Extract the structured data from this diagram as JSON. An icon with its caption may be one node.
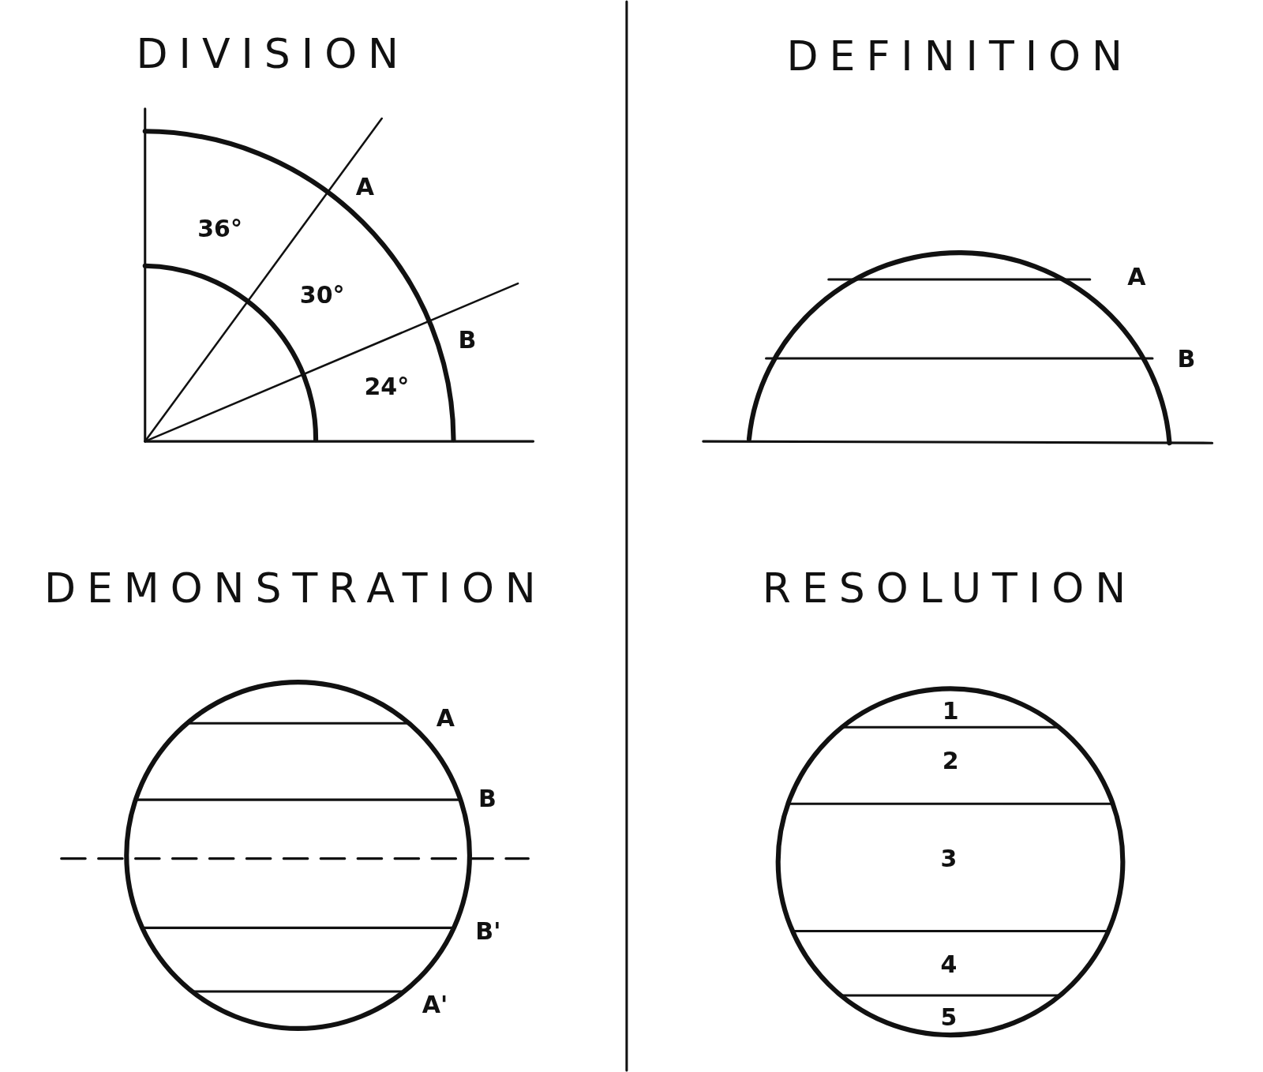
{
  "diagram": {
    "labels": [
      "DIVISION",
      "A",
      "36°",
      "30°",
      "B",
      "24°",
      "DEFINITION",
      "A",
      "B",
      "DEMONSTRATION",
      "A",
      "B",
      "B'",
      "A'",
      "RESOLUTION",
      "1",
      "2",
      "3",
      "4",
      "5"
    ]
  }
}
